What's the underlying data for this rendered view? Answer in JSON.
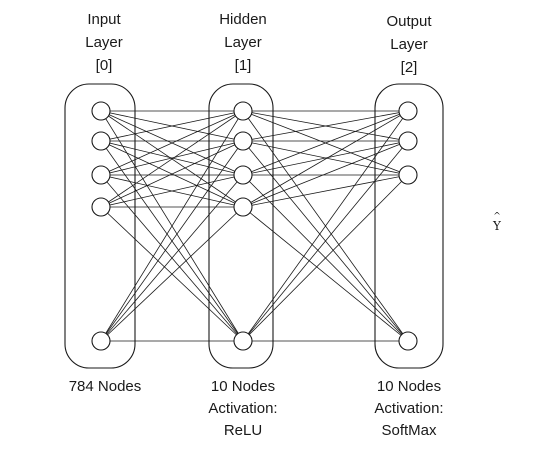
{
  "layers": [
    {
      "name_line1": "Input",
      "name_line2": "Layer",
      "index": "[0]",
      "nodes_label": "784 Nodes",
      "activation_heading": "",
      "activation_value": "",
      "visible_nodes": 5
    },
    {
      "name_line1": "Hidden",
      "name_line2": "Layer",
      "index": "[1]",
      "nodes_label": "10 Nodes",
      "activation_heading": "Activation:",
      "activation_value": "ReLU",
      "visible_nodes": 5
    },
    {
      "name_line1": "Output",
      "name_line2": "Layer",
      "index": "[2]",
      "nodes_label": "10 Nodes",
      "activation_heading": "Activation:",
      "activation_value": "SoftMax",
      "visible_nodes": 4
    }
  ],
  "output_symbol": "Y",
  "output_symbol_hat": "^",
  "colors": {
    "stroke": "#1a1a1a",
    "node_fill": "#ffffff"
  }
}
